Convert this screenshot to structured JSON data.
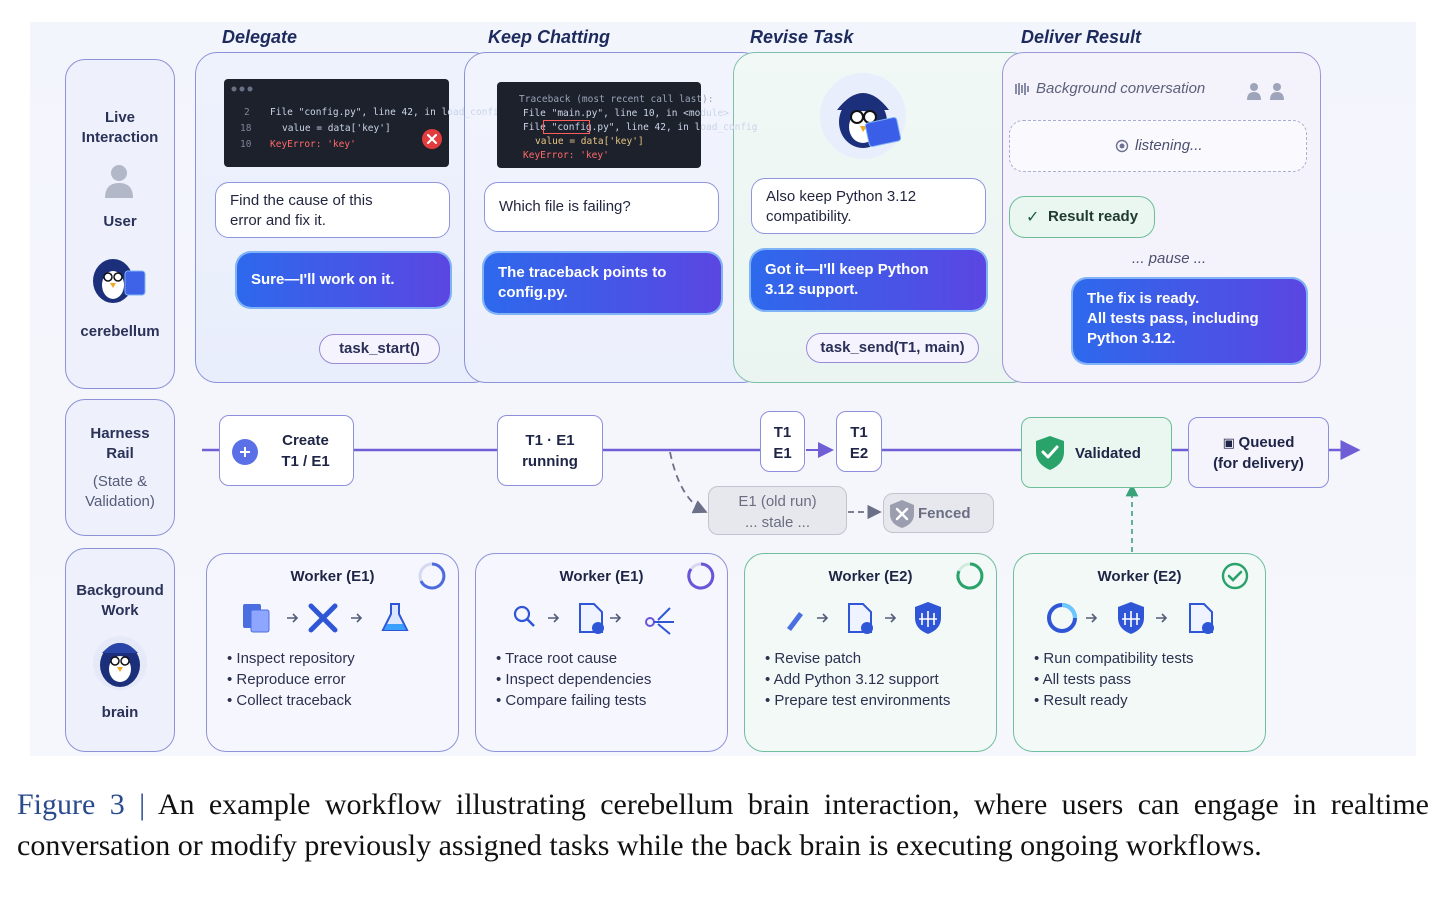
{
  "phases": [
    "Delegate",
    "Keep Chatting",
    "Revise Task",
    "Deliver Result"
  ],
  "rows": {
    "live": {
      "title_lines": [
        "Live",
        "Interaction"
      ],
      "user_label": "User",
      "agent_label": "cerebellum"
    },
    "harness": {
      "title_lines": [
        "Harness",
        "Rail"
      ],
      "sub_lines": [
        "(State &",
        "Validation)"
      ]
    },
    "background": {
      "title_lines": [
        "Background",
        "Work"
      ],
      "agent_label": "brain"
    }
  },
  "delegate": {
    "code_lines": [
      {
        "num": "2",
        "text": "File \"config.py\", line 42, in load_config"
      },
      {
        "num": "18",
        "text": "value = data['key']"
      },
      {
        "num": "10",
        "text": "KeyError: 'key'"
      }
    ],
    "user_msg": [
      "Find the cause of this",
      "error and fix it."
    ],
    "bot_msg": "Sure—I'll work on it.",
    "call": "task_start()"
  },
  "chat": {
    "code_lines": [
      "Traceback (most recent call last):",
      "File \"main.py\", line 10, in <module>",
      "File \"config.py\", line 42, in load_config",
      "value = data['key']",
      "KeyError: 'key'"
    ],
    "user_msg": "Which file is failing?",
    "bot_msg": [
      "The traceback points to",
      "config.py."
    ]
  },
  "revise": {
    "user_msg": [
      "Also keep Python 3.12",
      "compatibility."
    ],
    "bot_msg": [
      "Got it—I'll keep Python",
      "3.12 support."
    ],
    "call": "task_send(T1, main)"
  },
  "deliver": {
    "bg_title": "Background conversation",
    "listening": "listening...",
    "result_ready": "Result ready",
    "pause": "... pause ...",
    "bot_msg": [
      "The fix is ready.",
      "All tests pass, including",
      "Python 3.12."
    ]
  },
  "rail": {
    "create": [
      "Create",
      "T1 / E1"
    ],
    "running": [
      "T1 · E1",
      "running"
    ],
    "t1e1": [
      "T1",
      "E1"
    ],
    "t1e2": [
      "T1",
      "E2"
    ],
    "stale": [
      "E1 (old run)",
      "... stale ..."
    ],
    "fenced": "Fenced",
    "validated": "Validated",
    "queued": [
      "Queued",
      "(for delivery)"
    ]
  },
  "workers": [
    {
      "title": "Worker (E1)",
      "items": [
        "Inspect repository",
        "Reproduce error",
        "Collect traceback"
      ],
      "status_icon": "progress-ring-icon"
    },
    {
      "title": "Worker (E1)",
      "items": [
        "Trace root cause",
        "Inspect dependencies",
        "Compare failing tests"
      ],
      "status_icon": "progress-ring-icon"
    },
    {
      "title": "Worker (E2)",
      "items": [
        "Revise patch",
        "Add Python 3.12 support",
        "Prepare test environments"
      ],
      "status_icon": "progress-ring-icon"
    },
    {
      "title": "Worker (E2)",
      "items": [
        "Run compatibility tests",
        "All tests pass",
        "Result ready"
      ],
      "status_icon": "check-circle-icon"
    }
  ],
  "caption": {
    "label": "Figure 3",
    "text": "An example workflow illustrating cerebellum brain interaction, where users can engage in realtime conversation or modify previously assigned tasks while the back brain is executing ongoing workflows."
  },
  "colors": {
    "accent": "#5b46e2",
    "blue": "#2d69ec",
    "green": "#2aa36b",
    "rail": "#6e5fd6"
  }
}
